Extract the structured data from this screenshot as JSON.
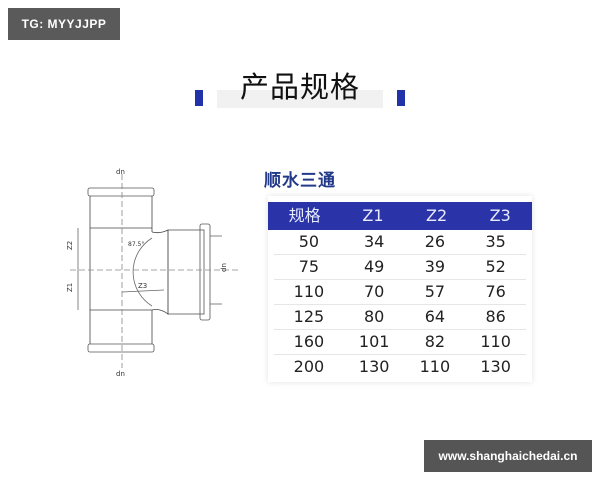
{
  "badge": {
    "text": "TG: MYYJJPP"
  },
  "title": {
    "text": "产品规格",
    "accent_color": "#2233aa"
  },
  "product": {
    "name": "顺水三通"
  },
  "diagram": {
    "labels": {
      "dn_top": "dn",
      "dn_bottom": "dn",
      "dn_side": "dn",
      "z1": "Z1",
      "z2": "Z2",
      "z3": "Z3",
      "angle": "87.5°"
    }
  },
  "table": {
    "header_color": "#2a33a8",
    "columns": [
      "规格",
      "Z1",
      "Z2",
      "Z3"
    ],
    "rows": [
      [
        "50",
        "34",
        "26",
        "35"
      ],
      [
        "75",
        "49",
        "39",
        "52"
      ],
      [
        "110",
        "70",
        "57",
        "76"
      ],
      [
        "125",
        "80",
        "64",
        "86"
      ],
      [
        "160",
        "101",
        "82",
        "110"
      ],
      [
        "200",
        "130",
        "110",
        "130"
      ]
    ]
  },
  "watermark": {
    "text": "www.shanghaichedai.cn"
  }
}
